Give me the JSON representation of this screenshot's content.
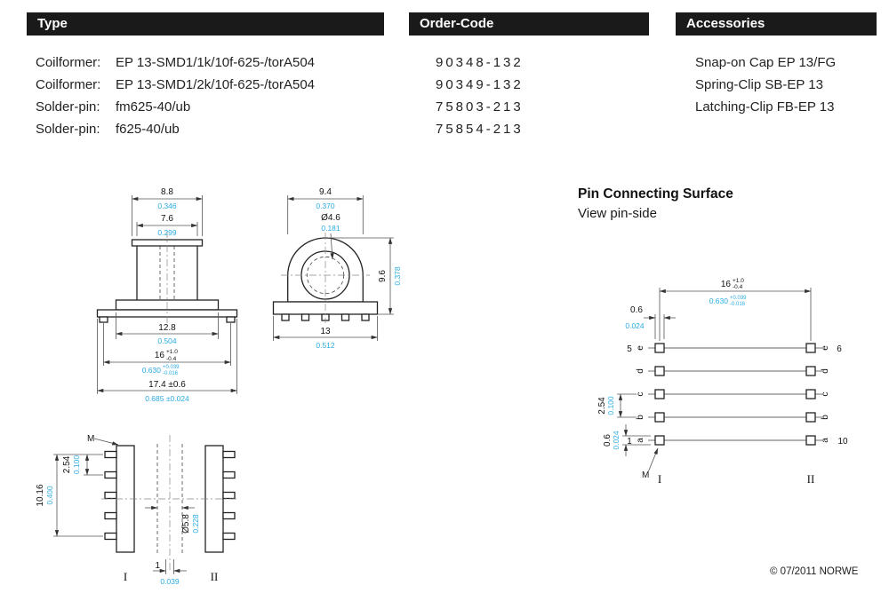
{
  "table": {
    "headers": {
      "type": "Type",
      "order_code": "Order-Code",
      "accessories": "Accessories"
    },
    "rows": [
      {
        "label": "Coilformer:",
        "desc": "EP 13-SMD1/1k/10f-625-/torA504",
        "code": "90348-132",
        "accessory": "Snap-on Cap EP 13/FG"
      },
      {
        "label": "Coilformer:",
        "desc": "EP 13-SMD1/2k/10f-625-/torA504",
        "code": "90349-132",
        "accessory": "Spring-Clip SB-EP 13"
      },
      {
        "label": "Solder-pin:",
        "desc": "fm625-40/ub",
        "code": "75803-213",
        "accessory": "Latching-Clip FB-EP 13"
      },
      {
        "label": "Solder-pin:",
        "desc": "f625-40/ub",
        "code": "75854-213",
        "accessory": ""
      }
    ]
  },
  "front_view": {
    "width_top": {
      "mm": "8.8",
      "in": "0.346"
    },
    "width_inner": {
      "mm": "7.6",
      "in": "0.299"
    },
    "width_base": {
      "mm": "12.8",
      "in": "0.504"
    },
    "width_pins": {
      "mm": "16",
      "tol_plus": "+1.0",
      "tol_minus": "-0.4",
      "in": "0.630",
      "in_tol_plus": "+0.039",
      "in_tol_minus": "-0.016"
    },
    "width_overall": {
      "mm": "17.4 ±0.6",
      "in": "0.685 ±0.024"
    }
  },
  "side_view": {
    "width_body": {
      "mm": "9.4",
      "in": "0.370"
    },
    "bore": {
      "mm": "Ø4.6",
      "in": "0.181"
    },
    "height": {
      "mm": "9.6",
      "in": "0.378"
    },
    "width_base": {
      "mm": "13",
      "in": "0.512"
    }
  },
  "bottom_view": {
    "pin_pitch": {
      "mm": "2.54",
      "in": "0.100"
    },
    "pin_span": {
      "mm": "10.16",
      "in": "0.400"
    },
    "tube": {
      "mm": "Ø5.8",
      "in": "0.228"
    },
    "pin_width": {
      "mm": "1",
      "in": "0.039"
    },
    "marking": "M",
    "row_left": "I",
    "row_right": "II"
  },
  "pin_surface": {
    "title": "Pin Connecting Surface",
    "subtitle": "View pin-side",
    "row_span": {
      "mm": "16",
      "tol_plus": "+1.0",
      "tol_minus": "-0.4",
      "in": "0.630",
      "in_tol_plus": "+0.039",
      "in_tol_minus": "-0.016"
    },
    "pin_width": {
      "mm": "0.6",
      "in": "0.024"
    },
    "pin_pitch": {
      "mm": "2.54",
      "in": "0.100"
    },
    "pin_height": {
      "mm": "0.6",
      "in": "0.024"
    },
    "letters": [
      "e",
      "d",
      "c",
      "b",
      "a"
    ],
    "pin_numbers": {
      "top_left": "5",
      "bottom_left": "1",
      "top_right": "6",
      "bottom_right": "10"
    },
    "marking": "M",
    "row_left": "I",
    "row_right": "II"
  },
  "footer": "© 07/2011 NORWE",
  "colors": {
    "accent_blue": "#29abe2",
    "header_bg": "#1a1a1a"
  }
}
